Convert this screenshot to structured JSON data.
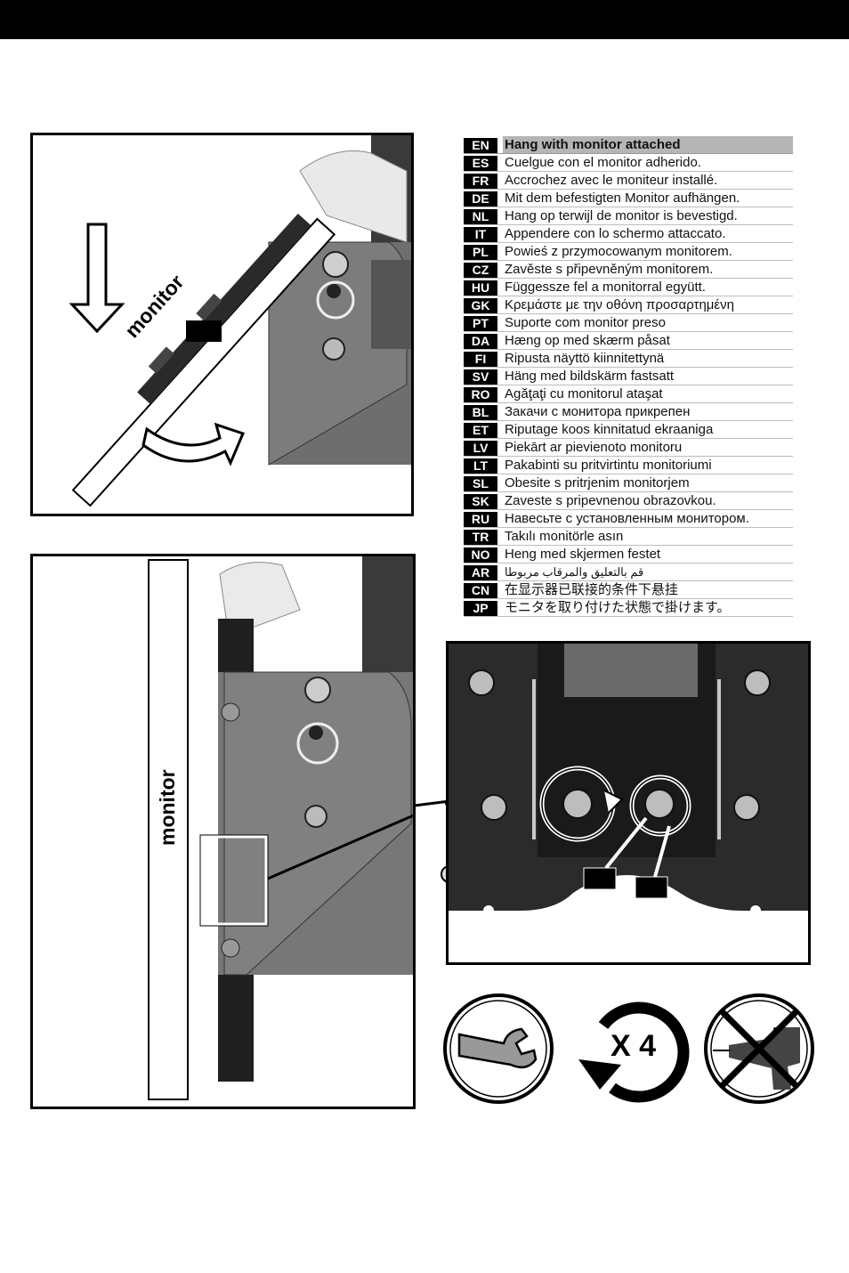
{
  "steps": [
    {
      "code": "EN",
      "text": "Hang with monitor attached"
    },
    {
      "code": "ES",
      "text": "Cuelgue con el monitor adherido."
    },
    {
      "code": "FR",
      "text": "Accrochez avec le moniteur installé."
    },
    {
      "code": "DE",
      "text": "Mit dem befestigten Monitor aufhängen."
    },
    {
      "code": "NL",
      "text": "Hang op terwijl de monitor is bevestigd."
    },
    {
      "code": "IT",
      "text": "Appendere con lo schermo attaccato."
    },
    {
      "code": "PL",
      "text": "Powieś z przymocowanym monitorem."
    },
    {
      "code": "CZ",
      "text": "Zavěste s připevněným monitorem."
    },
    {
      "code": "HU",
      "text": "Függessze fel a monitorral együtt."
    },
    {
      "code": "GK",
      "text": "Κρεμάστε με την οθόνη προσαρτημένη"
    },
    {
      "code": "PT",
      "text": "Suporte com monitor preso"
    },
    {
      "code": "DA",
      "text": "Hæng op med skærm påsat"
    },
    {
      "code": "FI",
      "text": "Ripusta näyttö kiinnitettynä"
    },
    {
      "code": "SV",
      "text": "Häng med bildskärm fastsatt"
    },
    {
      "code": "RO",
      "text": "Agăţaţi cu monitorul ataşat"
    },
    {
      "code": "BL",
      "text": "Закачи с монитора прикрепен"
    },
    {
      "code": "ET",
      "text": "Riputage koos kinnitatud ekraaniga"
    },
    {
      "code": "LV",
      "text": "Piekārt ar pievienoto monitoru"
    },
    {
      "code": "LT",
      "text": "Pakabinti su pritvirtintu monitoriumi"
    },
    {
      "code": "SL",
      "text": "Obesite s pritrjenim monitorjem"
    },
    {
      "code": "SK",
      "text": "Zaveste s pripevnenou obrazovkou."
    },
    {
      "code": "RU",
      "text": "Навесьте с установленным монитором."
    },
    {
      "code": "TR",
      "text": "Takılı monitörle asın"
    },
    {
      "code": "NO",
      "text": "Heng med skjermen festet"
    },
    {
      "code": "AR",
      "text": "قم بالتعليق والمرقاب مربوطا"
    },
    {
      "code": "CN",
      "text": "在显示器已联接的条件下悬挂"
    },
    {
      "code": "JP",
      "text": "モニタを取り付けた状態で掛けます。"
    }
  ],
  "figure1": {
    "monitor_label": "monitor"
  },
  "figure2": {
    "monitor_label": "monitor"
  },
  "icons": {
    "repeat_label": "X 4",
    "wrench": "wrench-icon",
    "rotate": "rotate-icon",
    "no_power_drill": "no-power-drill-icon"
  }
}
